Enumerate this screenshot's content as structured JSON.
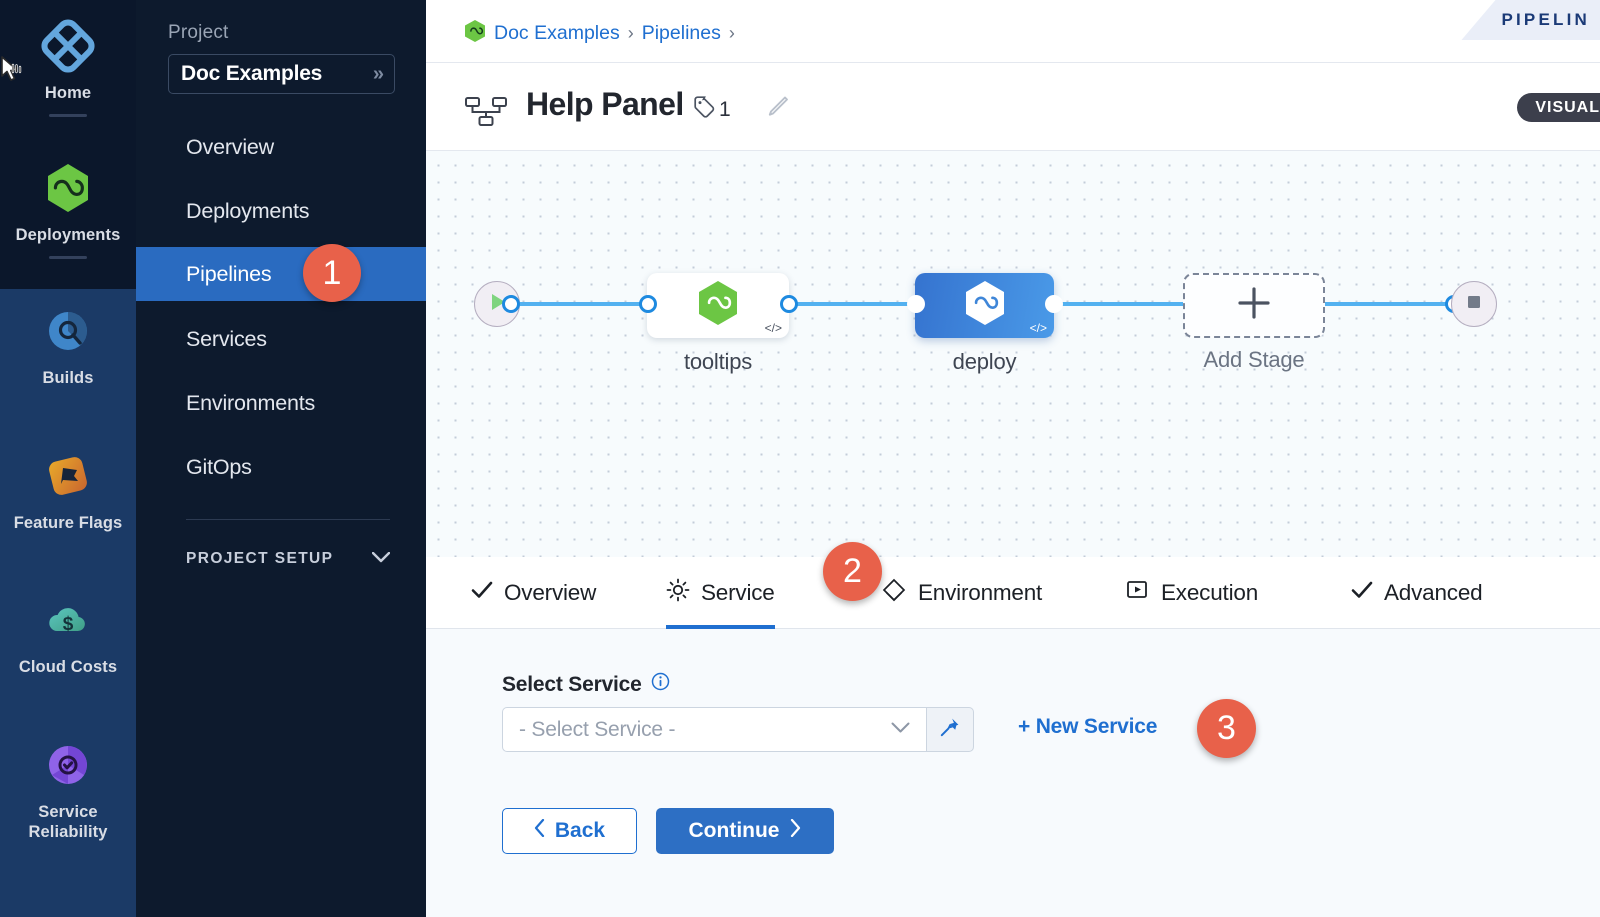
{
  "module_rail": {
    "items": [
      {
        "label": "Home",
        "icon": "home-diamond-icon",
        "active": false,
        "underline": true
      },
      {
        "label": "Deployments",
        "icon": "infinity-hexagon-icon",
        "active": false,
        "underline": true
      },
      {
        "label": "Builds",
        "icon": "build-circle-icon",
        "active": true,
        "underline": false
      },
      {
        "label": "Feature Flags",
        "icon": "flag-icon",
        "active": true,
        "underline": false
      },
      {
        "label": "Cloud Costs",
        "icon": "cloud-dollar-icon",
        "active": true,
        "underline": false
      },
      {
        "label": "Service Reliability",
        "icon": "service-reliability-icon",
        "active": true,
        "underline": false
      }
    ]
  },
  "sidebar": {
    "project_label": "Project",
    "project_name": "Doc Examples",
    "expand_icon": "»",
    "items": [
      {
        "label": "Overview",
        "active": false
      },
      {
        "label": "Deployments",
        "active": false
      },
      {
        "label": "Pipelines",
        "active": true
      },
      {
        "label": "Services",
        "active": false
      },
      {
        "label": "Environments",
        "active": false
      },
      {
        "label": "GitOps",
        "active": false
      }
    ],
    "project_setup": "PROJECT SETUP",
    "project_setup_icon": "chevron-down-icon"
  },
  "breadcrumb": {
    "project_icon": "harness-module-icon",
    "items": [
      {
        "label": "Doc Examples"
      },
      {
        "label": "Pipelines"
      }
    ],
    "separator": "›"
  },
  "ribbon": {
    "text": "PIPELIN"
  },
  "header": {
    "pipeline_icon": "pipeline-nodes-icon",
    "title": "Help Panel",
    "tag_icon": "tag-icon",
    "tag_count": "1",
    "edit_icon": "pencil-icon",
    "mode_badge": "VISUAL"
  },
  "canvas": {
    "start_node": {
      "icon": "play-icon",
      "name": "start-node"
    },
    "end_node": {
      "icon": "stop-icon",
      "name": "end-node"
    },
    "nodes": [
      {
        "id": "tooltips",
        "caption": "tooltips",
        "icon": "infinity-hexagon-icon",
        "selected": false,
        "code_badge": "</>"
      },
      {
        "id": "deploy",
        "caption": "deploy",
        "icon": "infinity-hexagon-icon",
        "selected": true,
        "code_badge": "</>"
      }
    ],
    "add_stage": {
      "caption": "Add Stage",
      "icon": "plus-icon"
    }
  },
  "tabs": [
    {
      "label": "Overview",
      "icon": "check-icon",
      "active": false
    },
    {
      "label": "Service",
      "icon": "gear-icon",
      "active": true
    },
    {
      "label": "Environment",
      "icon": "layers-diamond-icon",
      "active": false
    },
    {
      "label": "Execution",
      "icon": "play-box-icon",
      "active": false
    },
    {
      "label": "Advanced",
      "icon": "check-icon",
      "active": false
    }
  ],
  "form": {
    "select_service_label": "Select Service",
    "info_icon": "info-icon",
    "service_placeholder": "- Select Service -",
    "dropdown_icon": "chevron-down-icon",
    "pin_icon": "pin-icon",
    "new_service_label": "+ New Service",
    "back_label": "Back",
    "back_icon": "chevron-left-icon",
    "continue_label": "Continue",
    "continue_icon": "chevron-right-icon"
  },
  "callouts": [
    {
      "number": "1",
      "target": "sidebar-item-pipelines"
    },
    {
      "number": "2",
      "target": "tab-service"
    },
    {
      "number": "3",
      "target": "new-service-button"
    }
  ],
  "colors": {
    "accent_blue": "#1f6fd0",
    "sidebar_dark": "#0d1a2d",
    "rail_dark": "#0b172b",
    "rail_active": "#1b3a66",
    "callout_red": "#e8614a",
    "node_selected": "#3573cf",
    "edge_blue": "#53b1f0",
    "harness_green": "#5fc84e"
  }
}
